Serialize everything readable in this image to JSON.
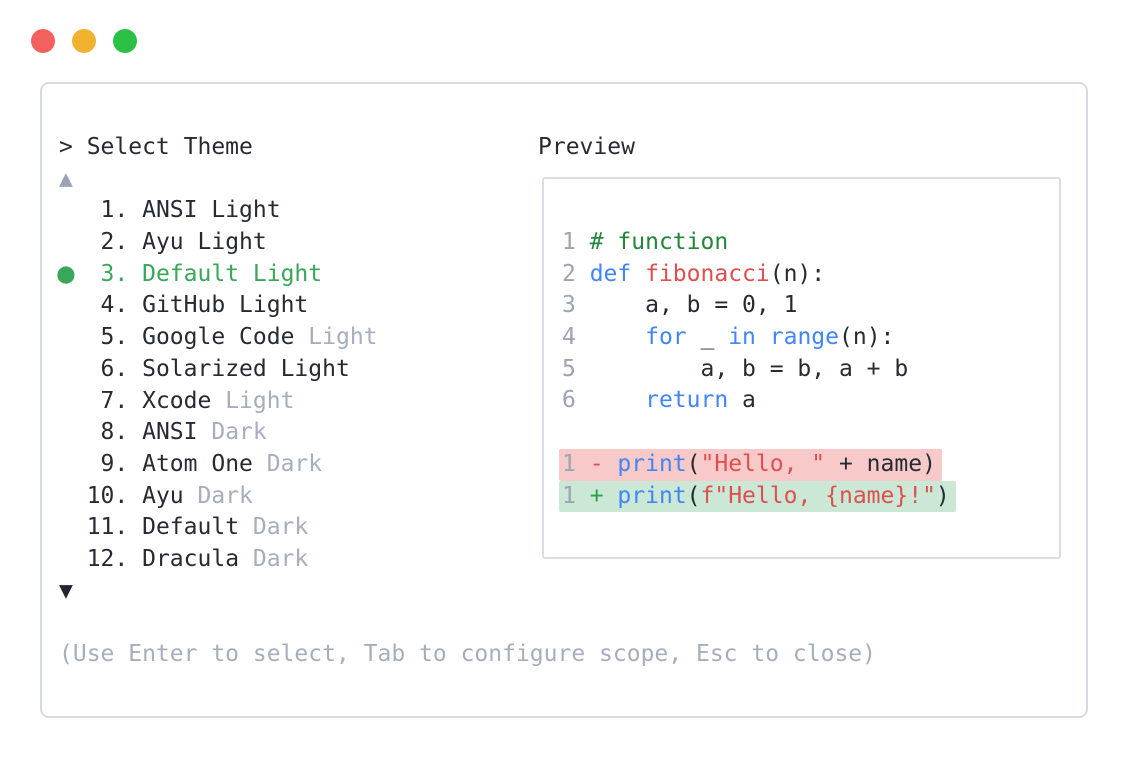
{
  "colors": {
    "close_button": "#f2615d",
    "minimize_button": "#f1b32f",
    "zoom_button": "#2cc046",
    "selected_theme_green": "#3aa65a",
    "comment_green": "#23863a",
    "keyword_blue": "#4285f4",
    "string_red": "#df4f4f",
    "diff_removed_bg": "#f8c9c9",
    "diff_added_bg": "#cbe8d6",
    "muted_gray": "#a6aebc",
    "panel_border": "#d8dbe2"
  },
  "prompt": {
    "text": "> Select Theme"
  },
  "scroll": {
    "up_glyph": "▲",
    "down_glyph": "▼"
  },
  "theme_list": {
    "selected_index": 2,
    "items": [
      {
        "marker": " ",
        "num": "  1. ",
        "name": "ANSI Light",
        "suffix": "",
        "selected": false
      },
      {
        "marker": " ",
        "num": "  2. ",
        "name": "Ayu Light",
        "suffix": "",
        "selected": false
      },
      {
        "marker": "●",
        "num": "  3. ",
        "name": "Default Light",
        "suffix": "",
        "selected": true
      },
      {
        "marker": " ",
        "num": "  4. ",
        "name": "GitHub Light",
        "suffix": "",
        "selected": false
      },
      {
        "marker": " ",
        "num": "  5. ",
        "name": "Google Code",
        "suffix": " Light",
        "selected": false
      },
      {
        "marker": " ",
        "num": "  6. ",
        "name": "Solarized Light",
        "suffix": "",
        "selected": false
      },
      {
        "marker": " ",
        "num": "  7. ",
        "name": "Xcode",
        "suffix": " Light",
        "selected": false
      },
      {
        "marker": " ",
        "num": "  8. ",
        "name": "ANSI",
        "suffix": " Dark",
        "selected": false
      },
      {
        "marker": " ",
        "num": "  9. ",
        "name": "Atom One",
        "suffix": " Dark",
        "selected": false
      },
      {
        "marker": " ",
        "num": " 10. ",
        "name": "Ayu",
        "suffix": " Dark",
        "selected": false
      },
      {
        "marker": " ",
        "num": " 11. ",
        "name": "Default",
        "suffix": " Dark",
        "selected": false
      },
      {
        "marker": " ",
        "num": " 12. ",
        "name": "Dracula",
        "suffix": " Dark",
        "selected": false
      }
    ]
  },
  "preview": {
    "label": "Preview",
    "lines": [
      {
        "diff": "none",
        "tokens": [
          {
            "t": "1 ",
            "c": "gray"
          },
          {
            "t": "# function",
            "c": "cm"
          }
        ]
      },
      {
        "diff": "none",
        "tokens": [
          {
            "t": "2 ",
            "c": "gray"
          },
          {
            "t": "def",
            "c": "kw"
          },
          {
            "t": " ",
            "c": "dark"
          },
          {
            "t": "fibonacci",
            "c": "red"
          },
          {
            "t": "(n):",
            "c": "dark"
          }
        ]
      },
      {
        "diff": "none",
        "tokens": [
          {
            "t": "3 ",
            "c": "gray"
          },
          {
            "t": "    a, b = 0, 1",
            "c": "dark"
          }
        ]
      },
      {
        "diff": "none",
        "tokens": [
          {
            "t": "4 ",
            "c": "gray"
          },
          {
            "t": "    ",
            "c": "dark"
          },
          {
            "t": "for",
            "c": "kw"
          },
          {
            "t": " _ ",
            "c": "dark"
          },
          {
            "t": "in",
            "c": "kw"
          },
          {
            "t": " ",
            "c": "dark"
          },
          {
            "t": "range",
            "c": "kw"
          },
          {
            "t": "(n):",
            "c": "dark"
          }
        ]
      },
      {
        "diff": "none",
        "tokens": [
          {
            "t": "5 ",
            "c": "gray"
          },
          {
            "t": "        a, b = b, a + b",
            "c": "dark"
          }
        ]
      },
      {
        "diff": "none",
        "tokens": [
          {
            "t": "6 ",
            "c": "gray"
          },
          {
            "t": "    ",
            "c": "dark"
          },
          {
            "t": "return",
            "c": "kw"
          },
          {
            "t": " a",
            "c": "dark"
          }
        ]
      },
      {
        "diff": "none",
        "tokens": []
      },
      {
        "diff": "del",
        "tokens": [
          {
            "t": "1 ",
            "c": "gray"
          },
          {
            "t": "- ",
            "c": "red"
          },
          {
            "t": "print",
            "c": "kw"
          },
          {
            "t": "(",
            "c": "dark"
          },
          {
            "t": "\"Hello, \"",
            "c": "red"
          },
          {
            "t": " + name",
            "c": "dark"
          },
          {
            "t": ")",
            "c": "dark"
          }
        ]
      },
      {
        "diff": "add",
        "tokens": [
          {
            "t": "1 ",
            "c": "gray"
          },
          {
            "t": "+ ",
            "c": "plus"
          },
          {
            "t": "print",
            "c": "kw"
          },
          {
            "t": "(",
            "c": "dark"
          },
          {
            "t": "f\"Hello, {name}!\"",
            "c": "red"
          },
          {
            "t": ")",
            "c": "dark"
          }
        ]
      }
    ]
  },
  "footer": {
    "help_text": "(Use Enter to select, Tab to configure scope, Esc to close)"
  }
}
